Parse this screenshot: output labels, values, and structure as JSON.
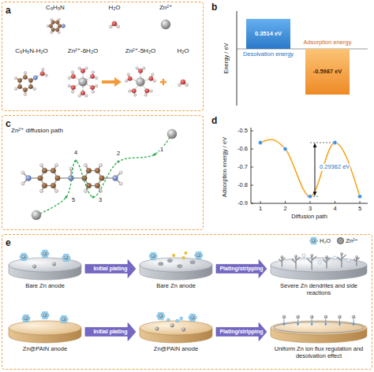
{
  "diagram": {
    "nodes": [
      {
        "text": [
          "a"
        ]
      },
      {
        "text": [
          "c"
        ]
      },
      {
        "text": [
          "e"
        ]
      },
      {
        "text": [
          "Bare Zn anode"
        ],
        "in": 2
      },
      {
        "text": [
          "Bare Zn anode"
        ],
        "in": 2
      },
      {
        "text": [
          "Severe Zn dendrites and side reactions"
        ],
        "in": 2
      },
      {
        "text": [
          "Zn@PAIN anode"
        ],
        "in": 2
      },
      {
        "text": [
          "Zn@PAIN anode"
        ],
        "in": 2
      },
      {
        "text": [
          "Uniform Zn ion flux regulation and desolvation effect"
        ],
        "in": 2
      }
    ],
    "edges": [
      {
        "from": 3,
        "to": 4,
        "label": "Initial plating",
        "arrow": "to"
      },
      {
        "from": 4,
        "to": 5,
        "label": "Plating/stripping",
        "arrow": "to"
      },
      {
        "from": 6,
        "to": 7,
        "label": "Initial plating",
        "arrow": "to"
      },
      {
        "from": 7,
        "to": 8,
        "label": "Plating/stripping",
        "arrow": "to"
      }
    ],
    "labels": [
      "C₆H₅N",
      "H₂O",
      "Zn²⁺",
      "C₆H₅N-H₂O",
      "Zn²⁺-6H₂O",
      "Zn²⁺-5H₂O",
      "H₂O",
      "b",
      "Energy / eV",
      "0.3514 eV",
      "Desolvation energy",
      "Adsorption energy",
      "-0.5987 eV",
      "Zn²⁺ diffusion path",
      "1",
      "2",
      "3",
      "4",
      "5",
      "d",
      "Adsorption energy / eV",
      "-0.5",
      "-0.6",
      "-0.7",
      "-0.8",
      "-0.9",
      "1",
      "2",
      "3",
      "4",
      "5",
      "Diffusion path",
      "0.29362 eV"
    ],
    "legend": [
      {
        "text": "H₂O"
      },
      {
        "text": "Zn²⁺",
        "color": "#9a9a9a"
      }
    ]
  }
}
